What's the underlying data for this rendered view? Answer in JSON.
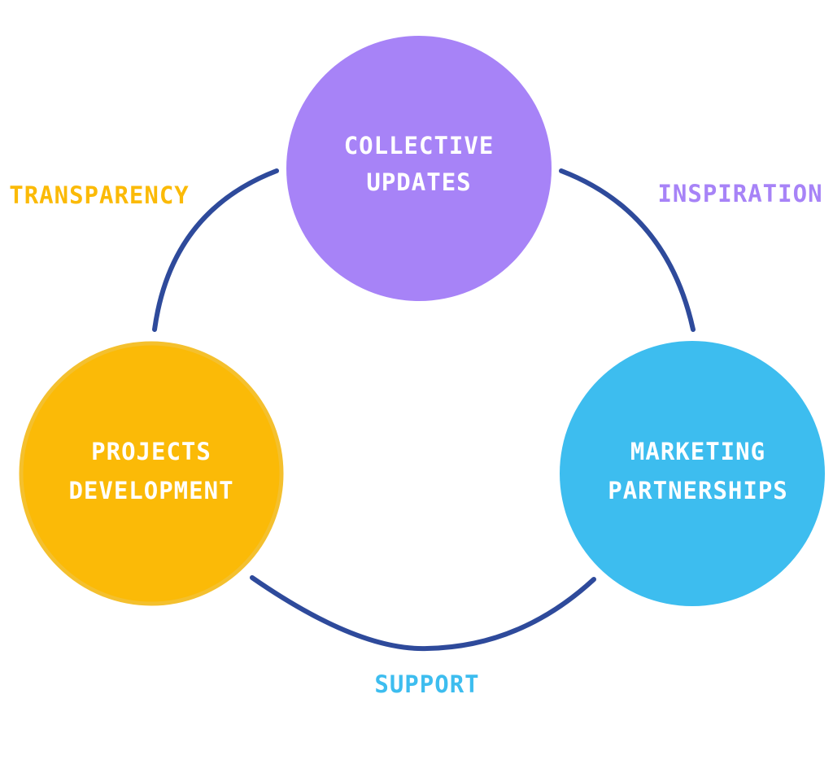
{
  "colors": {
    "arrow": "#2E4A9B",
    "collective": "#A783F7",
    "projects": "#FBBA07",
    "projects_border": "#F4C02E",
    "marketing": "#3DBDEF",
    "transparency": "#FBBA07",
    "inspiration": "#A783F7",
    "support": "#3DBDEF"
  },
  "nodes": {
    "collective": {
      "line1": "COLLECTIVE",
      "line2": "UPDATES"
    },
    "projects": {
      "line1": "PROJECTS",
      "line2": "DEVELOPMENT"
    },
    "marketing": {
      "line1": "MARKETING",
      "line2": "PARTNERSHIPS"
    }
  },
  "edges": {
    "transparency": "TRANSPARENCY",
    "inspiration": "INSPIRATION",
    "support": "SUPPORT"
  }
}
